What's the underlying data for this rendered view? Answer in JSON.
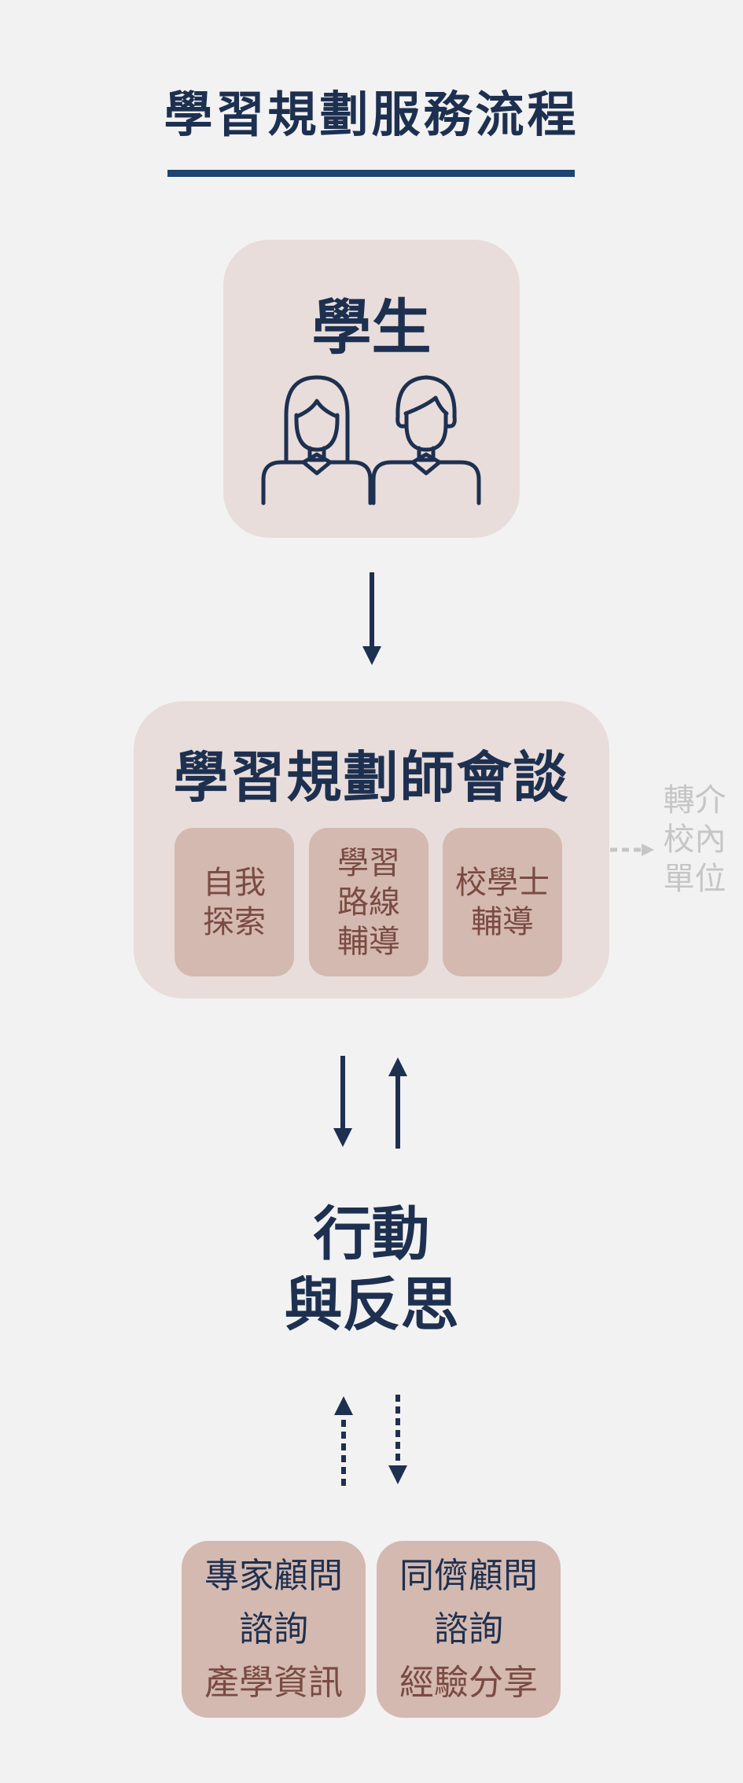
{
  "title": "學習規劃服務流程",
  "student": {
    "label": "學生",
    "icons": [
      "female-student-icon",
      "male-student-icon"
    ]
  },
  "counseling": {
    "title": "學習規劃師會談",
    "items": [
      {
        "lines": [
          "自我",
          "探索"
        ]
      },
      {
        "lines": [
          "學習",
          "路線",
          "輔導"
        ]
      },
      {
        "lines": [
          "校學士",
          "輔導"
        ]
      }
    ],
    "referral": {
      "lines": [
        "轉介",
        "校內",
        "單位"
      ]
    }
  },
  "action": {
    "lines": [
      "行動",
      "與反思"
    ]
  },
  "resources": [
    {
      "lines": [
        "專家顧問",
        "諮詢",
        "產學資訊"
      ]
    },
    {
      "lines": [
        "同儕顧問",
        "諮詢",
        "經驗分享"
      ]
    }
  ],
  "colors": {
    "navy": "#1e3050",
    "underline": "#1e446f",
    "box_light": "#e8ddda",
    "box_medium": "#d4b9b0",
    "brown_text": "#7a4b42",
    "referral_gray": "#c6c6c6",
    "background": "#f2f2f2"
  }
}
